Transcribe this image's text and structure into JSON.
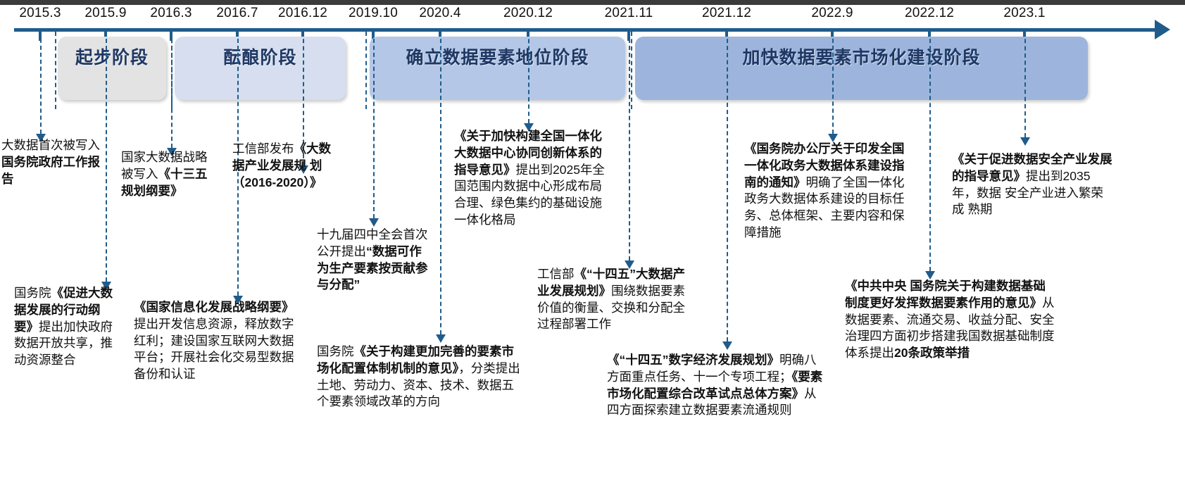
{
  "title": "数据要素政策演进时间轴",
  "axis": {
    "arrow_icon": "right-arrow-icon",
    "years": [
      "2015.3",
      "2015.9",
      "2016.3",
      "2016.7",
      "2016.12",
      "2019.10",
      "2020.4",
      "2020.12",
      "2021.11",
      "2021.12",
      "2022.9",
      "2022.12",
      "2023.1"
    ]
  },
  "phases": [
    {
      "label": "起步阶段",
      "color": "#E3E3E3"
    },
    {
      "label": "酝酿阶段",
      "color": "#D6DEEF"
    },
    {
      "label": "确立数据要素地位阶段",
      "color": "#B4C7E7"
    },
    {
      "label": "加快数据要素市场化建设阶段",
      "color": "#9DB5DC"
    }
  ],
  "notes": [
    {
      "id": "note-2015-3",
      "align": "left",
      "segments": [
        {
          "text": "大数据首次被写入",
          "bold": false
        },
        {
          "text": "国务院政府工作报告",
          "bold": true
        }
      ]
    },
    {
      "id": "note-2015-9",
      "align": "left",
      "segments": [
        {
          "text": "国家大数据战略被写入",
          "bold": false
        },
        {
          "text": "《十三五规划纲要》",
          "bold": true
        }
      ]
    },
    {
      "id": "note-2016-3",
      "align": "left",
      "segments": [
        {
          "text": "国务院",
          "bold": false
        },
        {
          "text": "《促进大数据发展的行动纲要》",
          "bold": true
        },
        {
          "text": "提出加快政府数据开放共享，推动资源整合",
          "bold": false
        }
      ]
    },
    {
      "id": "note-2016-7",
      "align": "left",
      "segments": [
        {
          "text": "工信部发布",
          "bold": false
        },
        {
          "text": "《大数据产业发展规 划 （2016-2020）》",
          "bold": true
        }
      ]
    },
    {
      "id": "note-2016-12",
      "align": "left",
      "segments": [
        {
          "text": "《国家信息化发展战略纲要》",
          "bold": true
        },
        {
          "text": "提出开发信息资源，释放数字红利；建设国家互联网大数据平台；开展社会化交易型数据备份和认证",
          "bold": false
        }
      ]
    },
    {
      "id": "note-2019-10",
      "align": "left",
      "segments": [
        {
          "text": "十九届四中全会首次公开提出",
          "bold": false
        },
        {
          "text": "“数据可作为生产要素按贡献参与分配”",
          "bold": true
        }
      ]
    },
    {
      "id": "note-2020-4",
      "align": "left",
      "segments": [
        {
          "text": "国务院",
          "bold": false
        },
        {
          "text": "《关于构建更加完善的要素市场化配置体制机制的意见》",
          "bold": true
        },
        {
          "text": "，分类提出土地、劳动力、资本、技术、数据五个要素领域改革的方向",
          "bold": false
        }
      ]
    },
    {
      "id": "note-2020-12",
      "align": "left",
      "segments": [
        {
          "text": "《关于加快构建全国一体化大数据中心协同创新体系的指导意见》",
          "bold": true
        },
        {
          "text": "提出到2025年全国范围内数据中心形成布局合理、绿色集约的基础设施一体化格局",
          "bold": false
        }
      ]
    },
    {
      "id": "note-2021-11",
      "align": "left",
      "segments": [
        {
          "text": "工信部",
          "bold": false
        },
        {
          "text": "《“十四五”大数据产业发展规划》",
          "bold": true
        },
        {
          "text": "围绕数据要素价值的衡量、交换和分配全过程部署工作",
          "bold": false
        }
      ]
    },
    {
      "id": "note-2021-12",
      "align": "left",
      "segments": [
        {
          "text": "《“十四五”数字经济发展规划》",
          "bold": true
        },
        {
          "text": "明确八方面重点任务、十一个专项工程；",
          "bold": false
        },
        {
          "text": "《要素市场化配置综合改革试点总体方案》",
          "bold": true
        },
        {
          "text": "从四方面探索建立数据要素流通规则",
          "bold": false
        }
      ]
    },
    {
      "id": "note-2022-9",
      "align": "left",
      "segments": [
        {
          "text": "《国务院办公厅关于印发全国一体化政务大数据体系建设指南的通知》",
          "bold": true
        },
        {
          "text": "明确了全国一体化政务大数据体系建设的目标任务、总体框架、主要内容和保障措施",
          "bold": false
        }
      ]
    },
    {
      "id": "note-2022-12",
      "align": "left",
      "segments": [
        {
          "text": "《中共中央 国务院关于构建数据基础制度更好发挥数据要素作用的意见》",
          "bold": true
        },
        {
          "text": "从数据要素、流通交易、收益分配、安全治理四方面初步搭建我国数据基础制度体系提出",
          "bold": false
        },
        {
          "text": "20条政策举措",
          "bold": true
        }
      ]
    },
    {
      "id": "note-2023-1",
      "align": "left",
      "segments": [
        {
          "text": "《关于促进数据安全产业发展的指导意见》",
          "bold": true
        },
        {
          "text": "提出到2035年，数据 安全产业进入繁荣成 熟期",
          "bold": false
        }
      ]
    }
  ],
  "colors": {
    "axis": "#1F5C8B",
    "phase_label": "#1F3864",
    "text": "#111111"
  }
}
